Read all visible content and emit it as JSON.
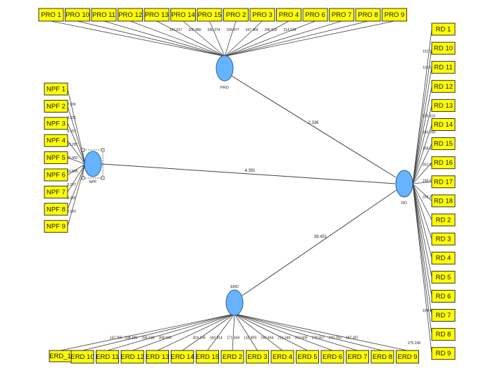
{
  "constructs": {
    "pro": {
      "label": "PRO"
    },
    "npf": {
      "label": "NPF"
    },
    "erd": {
      "label": "ERD"
    },
    "rd": {
      "label": "RD"
    }
  },
  "pro_indicators": [
    {
      "label": "PRO 1",
      "weight": ""
    },
    {
      "label": "PRO 10",
      "weight": ""
    },
    {
      "label": "PRO 11",
      "weight": ""
    },
    {
      "label": "PRO 12",
      "weight": ""
    },
    {
      "label": "PRO 13",
      "weight": "224.017"
    },
    {
      "label": "PRO 14",
      "weight": "206.880"
    },
    {
      "label": "PRO 15",
      "weight": "240.374"
    },
    {
      "label": "PRO 2",
      "weight": "159.477"
    },
    {
      "label": "PRO 3",
      "weight": "247.464"
    },
    {
      "label": "PRO 4",
      "weight": "296.502"
    },
    {
      "label": "PRO 6",
      "weight": "214.518"
    },
    {
      "label": "PRO 7",
      "weight": ""
    },
    {
      "label": "PRO 8",
      "weight": ""
    },
    {
      "label": "PRO 9",
      "weight": ""
    }
  ],
  "npf_indicators": [
    {
      "label": "NPF 1",
      "weight": "7.206"
    },
    {
      "label": "NPF 2",
      "weight": "8.226"
    },
    {
      "label": "NPF 3",
      "weight": "8.167"
    },
    {
      "label": "NPF 4",
      "weight": "832.281"
    },
    {
      "label": "NPF 5",
      "weight": "820.462"
    },
    {
      "label": "NPF 6",
      "weight": "816.835"
    },
    {
      "label": "NPF 7",
      "weight": "8.107"
    },
    {
      "label": "NPF 8",
      "weight": "8.266"
    },
    {
      "label": "NPF 9",
      "weight": "8.160"
    }
  ],
  "erd_indicators": [
    {
      "label": "ERD_1",
      "weight": "147.265"
    },
    {
      "label": "ERD 10",
      "weight": "208.489"
    },
    {
      "label": "ERD 11",
      "weight": "236.538"
    },
    {
      "label": "ERD 12",
      "weight": "268.690"
    },
    {
      "label": "ERD 13",
      "weight": ""
    },
    {
      "label": "ERD 14",
      "weight": "304.149"
    },
    {
      "label": "ERD 15",
      "weight": "160.814"
    },
    {
      "label": "ERD 2",
      "weight": "171.344"
    },
    {
      "label": "ERD 3",
      "weight": "132.809"
    },
    {
      "label": "ERD 4",
      "weight": "240.464"
    },
    {
      "label": "ERD 5",
      "weight": "212.349"
    },
    {
      "label": "ERD 6",
      "weight": "263.605"
    },
    {
      "label": "ERD 7",
      "weight": "178.557"
    },
    {
      "label": "ERD 8",
      "weight": "242.763"
    },
    {
      "label": "ERD 9",
      "weight": "187.397"
    }
  ],
  "erd_extra_weight": "275.208",
  "rd_indicators": [
    {
      "label": "RD 1",
      "weight": "102.167"
    },
    {
      "label": "RD 10",
      "weight": "116.521"
    },
    {
      "label": "RD 11",
      "weight": ""
    },
    {
      "label": "RD 12",
      "weight": ""
    },
    {
      "label": "RD 13",
      "weight": "105.316"
    },
    {
      "label": "RD 14",
      "weight": "166.108"
    },
    {
      "label": "RD 15",
      "weight": "108.656"
    },
    {
      "label": "RD 16",
      "weight": "262.495"
    },
    {
      "label": "RD 17",
      "weight": "196.586"
    },
    {
      "label": "RD 18",
      "weight": "253.242"
    },
    {
      "label": "RD 2",
      "weight": ""
    },
    {
      "label": "RD 3",
      "weight": ""
    },
    {
      "label": "RD 4",
      "weight": ""
    },
    {
      "label": "RD 5",
      "weight": ""
    },
    {
      "label": "RD 6",
      "weight": ""
    },
    {
      "label": "RD 7",
      "weight": ""
    },
    {
      "label": "RD 8",
      "weight": "108.412"
    },
    {
      "label": "RD 9",
      "weight": ""
    }
  ],
  "paths": {
    "pro_rd": "2.336",
    "npf_rd": "4.391",
    "erd_rd": "39.451"
  }
}
